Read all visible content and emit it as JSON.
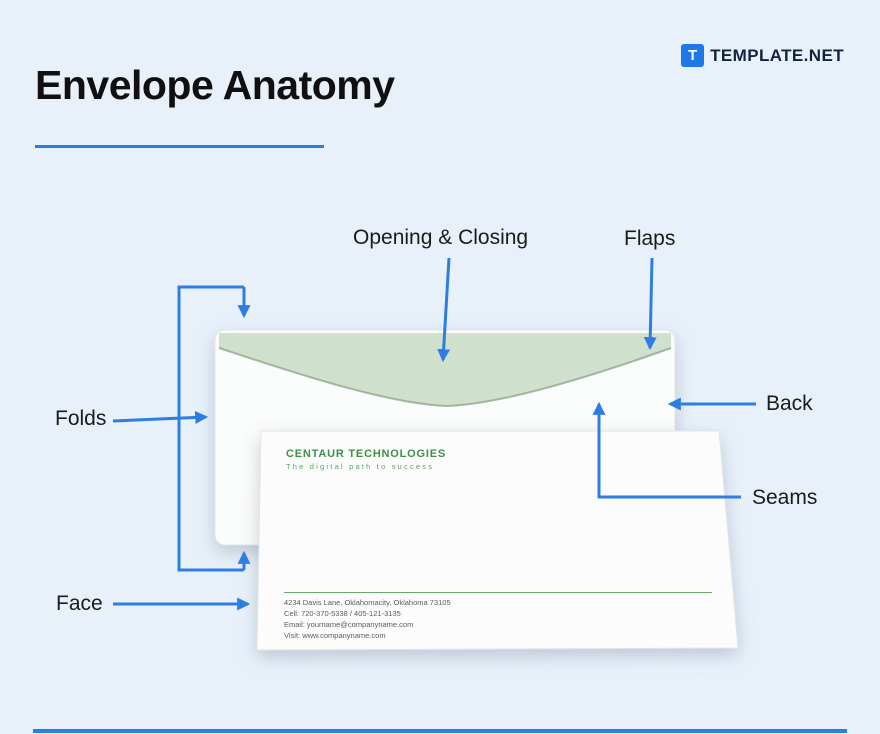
{
  "brand": {
    "t": "T",
    "name": "TEMPLATE",
    "tld": ".NET"
  },
  "title": "Envelope Anatomy",
  "labels": {
    "opening": "Opening & Closing",
    "flaps": "Flaps",
    "folds": "Folds",
    "back": "Back",
    "seams": "Seams",
    "face": "Face"
  },
  "envelope": {
    "company": "CENTAUR TECHNOLOGIES",
    "tagline": "The digital path to success",
    "address": "4234  Davis Lane, Oklahomacity, Oklahoma 73105",
    "phone": "Cell: 720-370-5338 / 405-121-3135",
    "email": "Email: yourname@companyname.com",
    "website": "Visit: www.companyname.com"
  },
  "colors": {
    "background": "#e8f1fa",
    "accent_blue": "#2e7ee2",
    "flap_green": "#cfe0cc",
    "brand_green": "#3d8f45",
    "logo_tile_blue": "#1e78e8"
  }
}
